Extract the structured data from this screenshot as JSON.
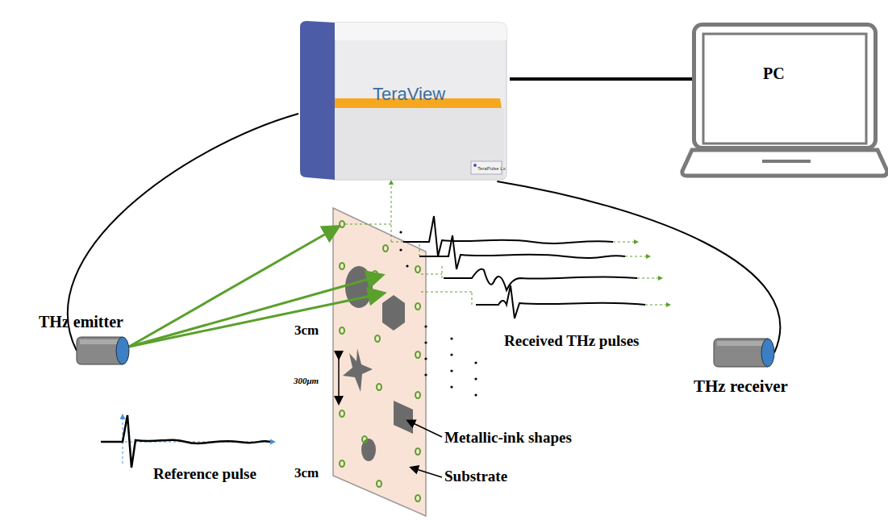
{
  "diagram": {
    "nodes": [
      {
        "text": [
          "TeraView",
          "TeraPulse Lx"
        ]
      },
      {
        "text": [
          "PC"
        ]
      },
      {
        "text": [
          "THz emitter"
        ]
      },
      {
        "text": [
          "THz receiver"
        ]
      }
    ],
    "edges": [
      {
        "from": 0,
        "to": 1,
        "arrow": "none"
      },
      {
        "from": 0,
        "to": 2,
        "arrow": "none"
      },
      {
        "from": 0,
        "to": 3,
        "arrow": "none"
      }
    ],
    "labels": [
      "3cm",
      "300μm",
      "3cm",
      "Received THz pulses",
      "Reference pulse",
      "Metallic-ink shapes",
      "Substrate"
    ]
  }
}
